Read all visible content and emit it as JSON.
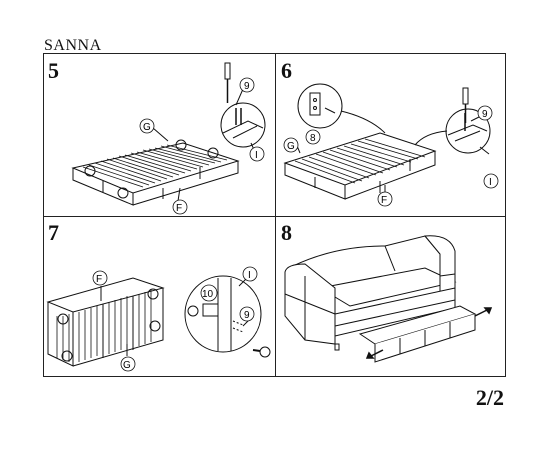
{
  "title": "SANNA",
  "steps": [
    {
      "number": "5",
      "labels": {
        "G": "G",
        "F": "F",
        "I": "I",
        "n9": "9"
      }
    },
    {
      "number": "6",
      "labels": {
        "G": "G",
        "F": "F",
        "I": "I",
        "n9": "9",
        "n8": "8"
      }
    },
    {
      "number": "7",
      "labels": {
        "G": "G",
        "F": "F",
        "I": "I",
        "n9": "9",
        "n10": "10"
      }
    },
    {
      "number": "8",
      "labels": {}
    }
  ],
  "page_number": "2/2",
  "icons": [
    "screwdriver-icon",
    "screw-icon",
    "bolt-icon",
    "arrow-icon"
  ]
}
